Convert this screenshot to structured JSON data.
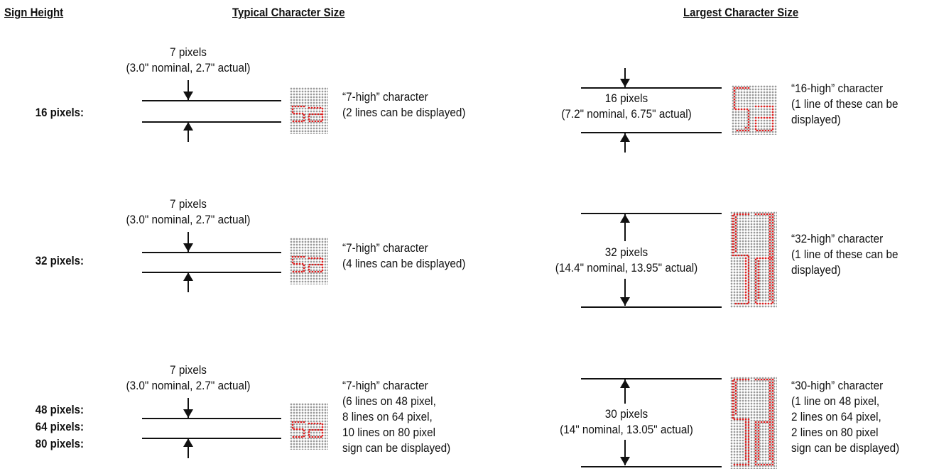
{
  "headers": {
    "sign_height": "Sign Height",
    "typical": "Typical Character Size",
    "largest": "Largest Character Size"
  },
  "rows": [
    {
      "label_lines": [
        "16 pixels:"
      ],
      "typical": {
        "measure_lines": [
          "7 pixels",
          "(3.0\" nominal, 2.7\" actual)"
        ],
        "desc_lines": [
          "“7-high” character",
          "(2 lines can be displayed)"
        ]
      },
      "largest": {
        "measure_lines": [
          "16 pixels",
          "(7.2\" nominal, 6.75\" actual)"
        ],
        "desc_lines": [
          "“16-high” character",
          "(1 line of these can be",
          "displayed)"
        ]
      }
    },
    {
      "label_lines": [
        "32 pixels:"
      ],
      "typical": {
        "measure_lines": [
          "7 pixels",
          "(3.0\" nominal, 2.7\" actual)"
        ],
        "desc_lines": [
          "“7-high” character",
          "(4 lines can be displayed)"
        ]
      },
      "largest": {
        "measure_lines": [
          "32 pixels",
          "(14.4\" nominal, 13.95\" actual)"
        ],
        "desc_lines": [
          "“32-high” character",
          "(1 line of these can be",
          "displayed)"
        ]
      }
    },
    {
      "label_lines": [
        "48 pixels:",
        "64 pixels:",
        "80 pixels:"
      ],
      "typical": {
        "measure_lines": [
          "7 pixels",
          "(3.0\" nominal, 2.7\" actual)"
        ],
        "desc_lines": [
          "“7-high” character",
          "(6 lines on 48 pixel,",
          "8 lines on 64 pixel,",
          "10 lines on 80 pixel",
          "sign can be displayed)"
        ]
      },
      "largest": {
        "measure_lines": [
          "30 pixels",
          "(14\" nominal, 13.05\" actual)"
        ],
        "desc_lines": [
          "“30-high” character",
          "(1 line on 48 pixel,",
          "2 lines on 64 pixel,",
          "2 lines on 80 pixel",
          "sign can be displayed)"
        ]
      }
    }
  ],
  "sample_text": "Sa",
  "colors": {
    "lit_pixel": "#e02020",
    "unlit_pixel": "#9a9a9a",
    "line": "#111111"
  }
}
